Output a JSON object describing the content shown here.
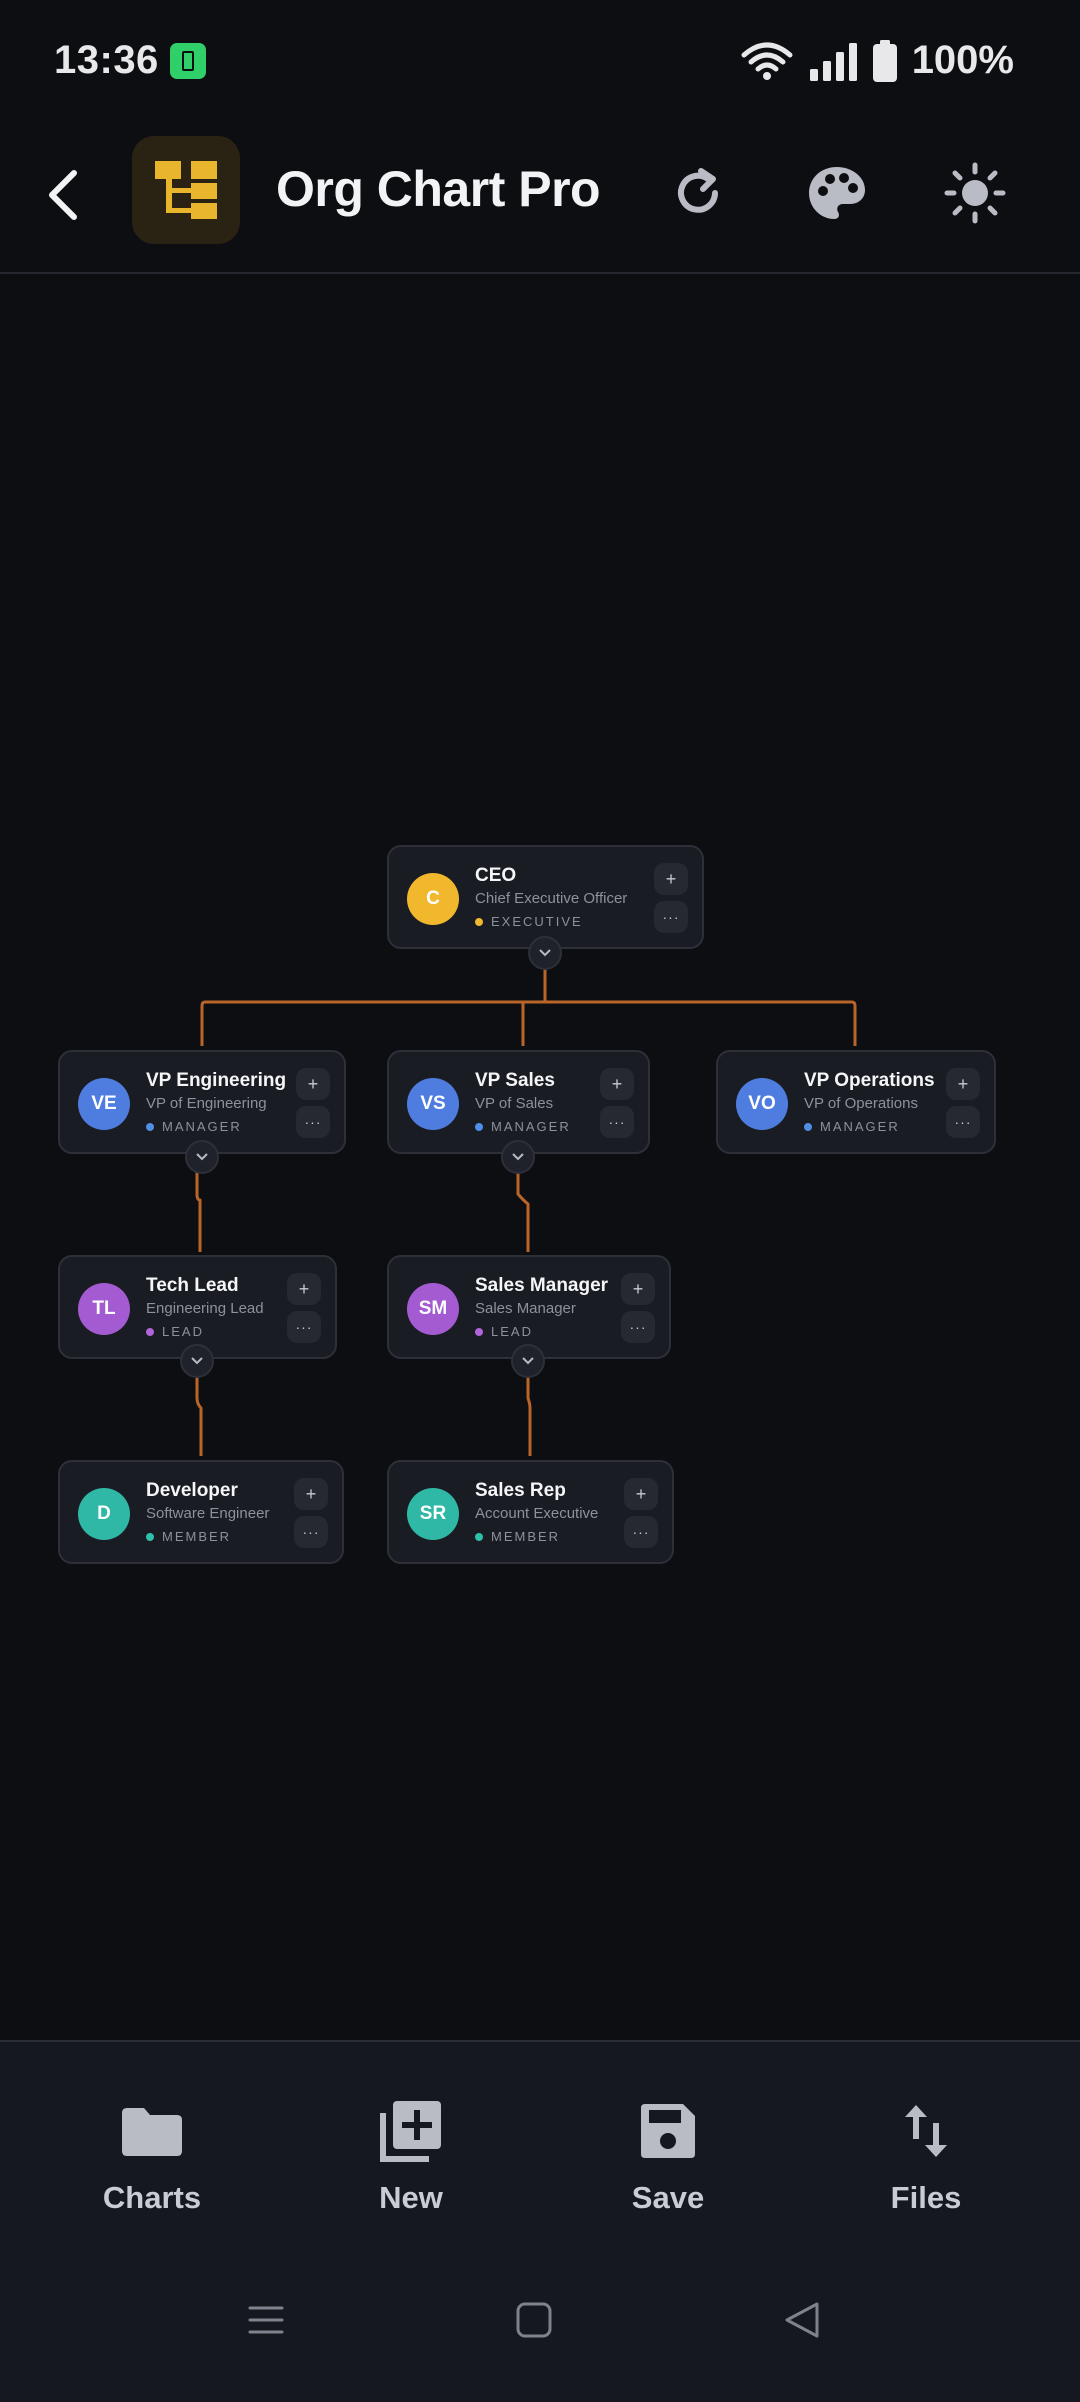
{
  "status": {
    "time": "13:36",
    "battery": "100%"
  },
  "app": {
    "title": "Org Chart Pro"
  },
  "nodes": [
    {
      "id": "ceo",
      "initials": "C",
      "name": "CEO",
      "role": "Chief Executive Officer",
      "tag": "EXECUTIVE",
      "avatar_color": "#f1b82d",
      "tag_color": "#f1b82d"
    },
    {
      "id": "vpe",
      "initials": "VE",
      "name": "VP Engineering",
      "role": "VP of Engineering",
      "tag": "MANAGER",
      "avatar_color": "#4f7ddf",
      "tag_color": "#4f8fe6"
    },
    {
      "id": "vps",
      "initials": "VS",
      "name": "VP Sales",
      "role": "VP of Sales",
      "tag": "MANAGER",
      "avatar_color": "#4f7ddf",
      "tag_color": "#4f8fe6"
    },
    {
      "id": "vpo",
      "initials": "VO",
      "name": "VP Operations",
      "role": "VP of Operations",
      "tag": "MANAGER",
      "avatar_color": "#4f7ddf",
      "tag_color": "#4f8fe6"
    },
    {
      "id": "tl",
      "initials": "TL",
      "name": "Tech Lead",
      "role": "Engineering Lead",
      "tag": "LEAD",
      "avatar_color": "#a45bd2",
      "tag_color": "#b064d8"
    },
    {
      "id": "sm",
      "initials": "SM",
      "name": "Sales Manager",
      "role": "Sales Manager",
      "tag": "LEAD",
      "avatar_color": "#a45bd2",
      "tag_color": "#b064d8"
    },
    {
      "id": "dev",
      "initials": "D",
      "name": "Developer",
      "role": "Software Engineer",
      "tag": "MEMBER",
      "avatar_color": "#2fb8a6",
      "tag_color": "#2fc0aa"
    },
    {
      "id": "rep",
      "initials": "SR",
      "name": "Sales Rep",
      "role": "Account Executive",
      "tag": "MEMBER",
      "avatar_color": "#2fb8a6",
      "tag_color": "#2fc0aa"
    }
  ],
  "node_actions": {
    "add": "+",
    "more": "···"
  },
  "connector_color": "#b9652a",
  "nav": [
    {
      "label": "Charts",
      "icon": "folder-icon"
    },
    {
      "label": "New",
      "icon": "add-box-icon"
    },
    {
      "label": "Save",
      "icon": "save-icon"
    },
    {
      "label": "Files",
      "icon": "swap-vertical-icon"
    }
  ]
}
